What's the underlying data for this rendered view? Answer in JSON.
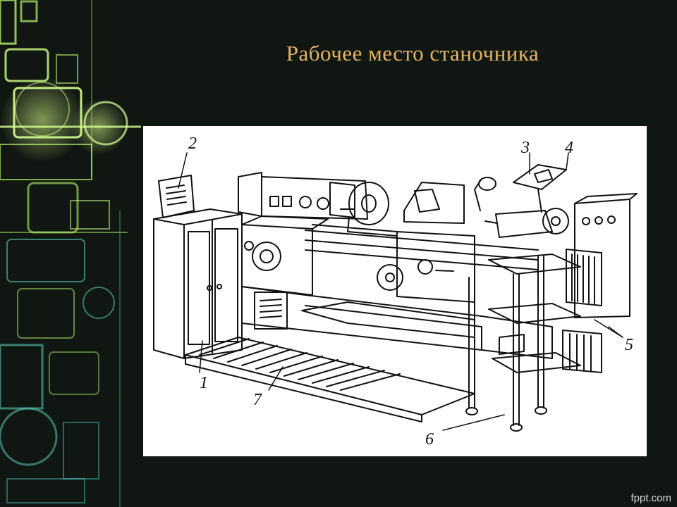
{
  "slide": {
    "title": "Рабочее  место станочника",
    "watermark": "fppt.com"
  },
  "figure": {
    "labels": {
      "l1": "1",
      "l2": "2",
      "l3": "3",
      "l4": "4",
      "l5": "5",
      "l6": "6",
      "l7": "7"
    }
  },
  "colors": {
    "background": "#101712",
    "title": "#e4b464",
    "decor": "#b9f06a",
    "decor_accent": "#5fd6c0",
    "figure_bg": "#ffffff",
    "ink": "#111111"
  }
}
